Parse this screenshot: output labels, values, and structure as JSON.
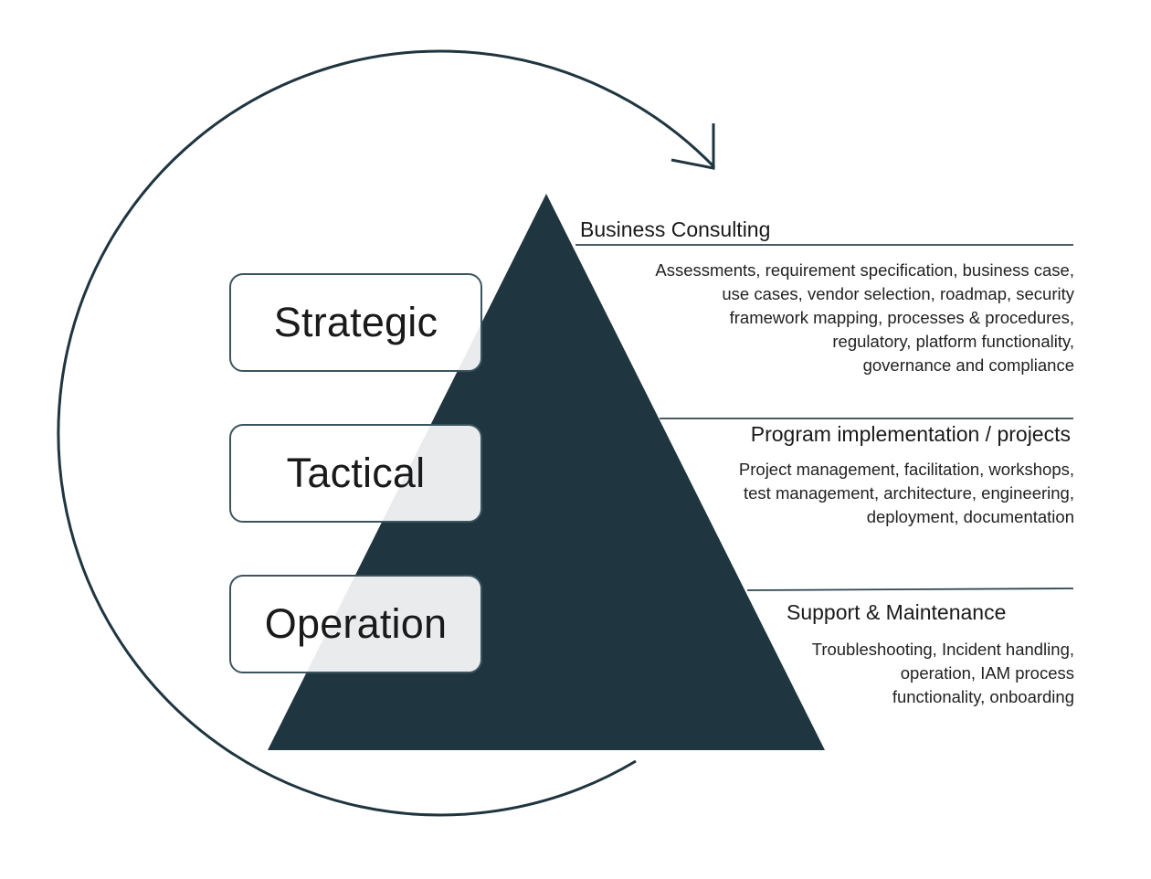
{
  "colors": {
    "triangle": "#1f3540",
    "arrow": "#1f3540",
    "box_border": "#3b5560",
    "rule": "#2e4550"
  },
  "levels": [
    {
      "label": "Strategic"
    },
    {
      "label": "Tactical"
    },
    {
      "label": "Operation"
    }
  ],
  "sections": [
    {
      "title": "Business Consulting",
      "lines": [
        "Assessments, requirement specification, business case,",
        "use cases, vendor selection, roadmap, security",
        "framework mapping, processes & procedures,",
        "regulatory, platform functionality,",
        "governance and compliance"
      ]
    },
    {
      "title": "Program implementation / projects",
      "lines": [
        "Project management, facilitation, workshops,",
        "test management, architecture, engineering,",
        "deployment, documentation"
      ]
    },
    {
      "title": "Support & Maintenance",
      "lines": [
        "Troubleshooting, Incident handling,",
        "operation, IAM process",
        "functionality, onboarding"
      ]
    }
  ],
  "icons": {
    "cycle_arrow": "circular-arrow-icon"
  }
}
